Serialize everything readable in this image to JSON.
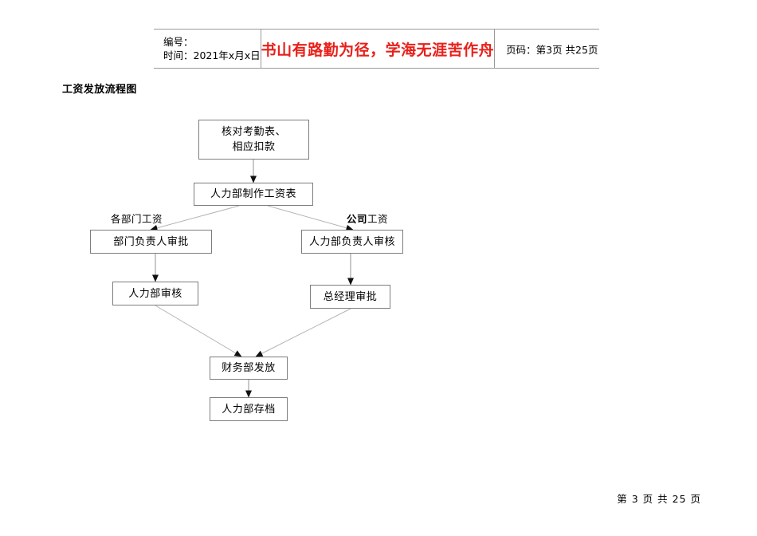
{
  "header": {
    "doc_number_label": "编号：",
    "time_label": "时间：2021年x月x日",
    "motto": "书山有路勤为径，学海无涯苦作舟",
    "motto_color": "#e8201a",
    "page_info": "页码：第3页 共25页"
  },
  "section": {
    "title": "工资发放流程图"
  },
  "flow": {
    "boxes": [
      {
        "id": "check-attendance",
        "text": "核对考勤表、\n相应扣款"
      },
      {
        "id": "hr-make-payroll",
        "text": "人力部制作工资表"
      },
      {
        "id": "dept-head-approve",
        "text": "部门负责人审批"
      },
      {
        "id": "hr-head-review",
        "text": "人力部负责人审核"
      },
      {
        "id": "hr-review",
        "text": "人力部审核"
      },
      {
        "id": "gm-approve",
        "text": "总经理审批"
      },
      {
        "id": "finance-pay",
        "text": "财务部发放"
      },
      {
        "id": "hr-archive",
        "text": "人力部存档"
      }
    ],
    "branch_labels": [
      {
        "id": "dept-salary",
        "bold": "",
        "normal": "各部门工资"
      },
      {
        "id": "company-salary",
        "bold": "公司",
        "normal": "工资"
      }
    ]
  },
  "footer": {
    "page_number": "第 3 页  共 25 页"
  }
}
